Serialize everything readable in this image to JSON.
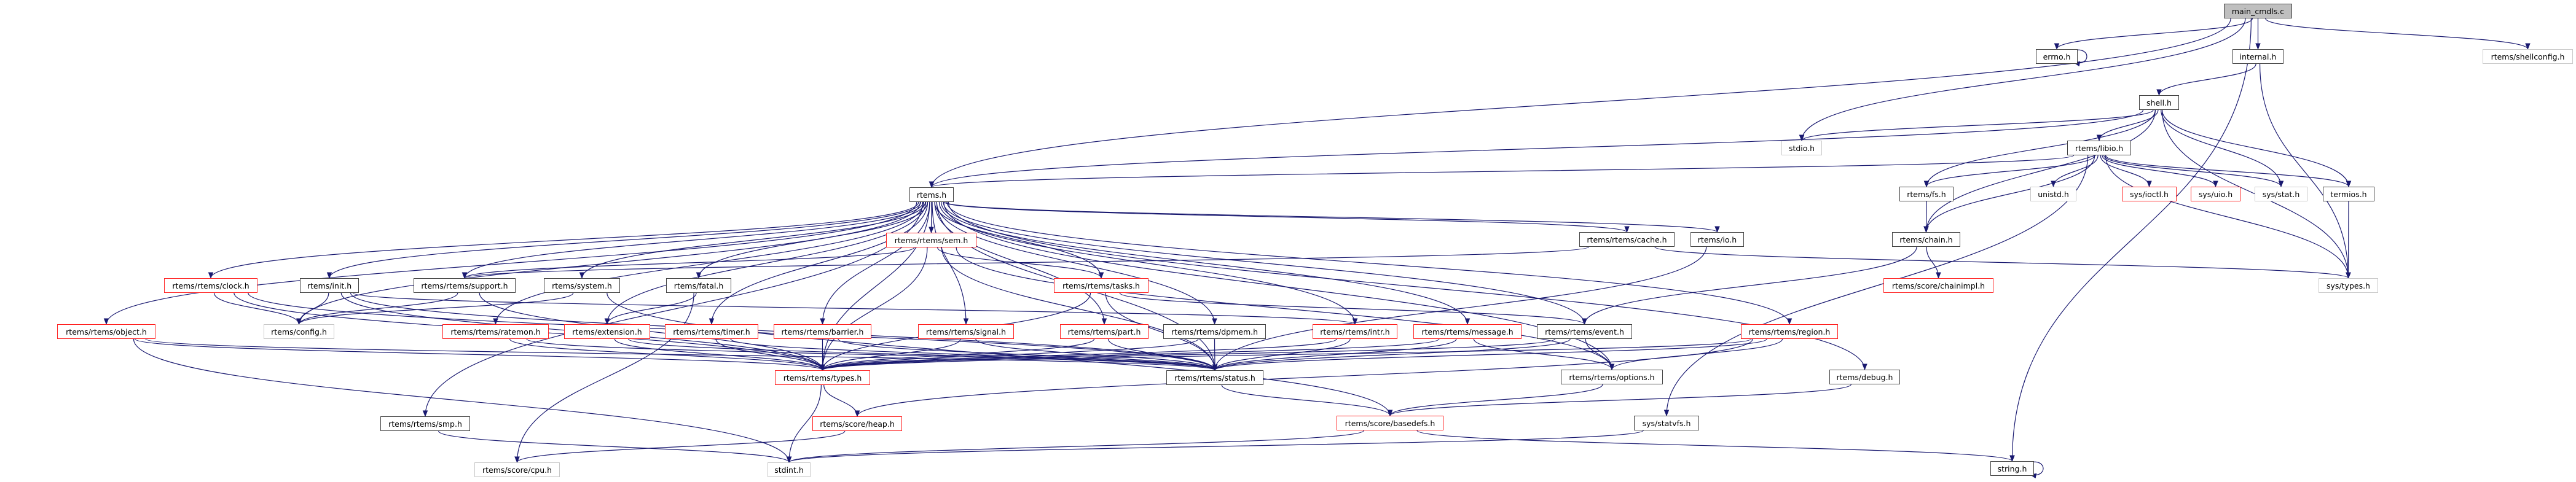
{
  "graph": {
    "title": "main_cmdls.c",
    "colors": {
      "edge": "#191970",
      "documented": "#404040",
      "undocumented": "#ff0000",
      "external": "#bfbfbf",
      "root_fill": "#bfbfbf"
    },
    "nodes": {
      "main": {
        "label": "main_cmdls.c",
        "kind": "root"
      },
      "errno": {
        "label": "errno.h",
        "kind": "black"
      },
      "internal": {
        "label": "internal.h",
        "kind": "black"
      },
      "shellconfig": {
        "label": "rtems/shellconfig.h",
        "kind": "gray"
      },
      "shell": {
        "label": "shell.h",
        "kind": "black"
      },
      "libio": {
        "label": "rtems/libio.h",
        "kind": "black"
      },
      "stdio": {
        "label": "stdio.h",
        "kind": "gray"
      },
      "rtems": {
        "label": "rtems.h",
        "kind": "black"
      },
      "unistd": {
        "label": "unistd.h",
        "kind": "gray"
      },
      "ioctl": {
        "label": "sys/ioctl.h",
        "kind": "red"
      },
      "uio": {
        "label": "sys/uio.h",
        "kind": "red"
      },
      "stat": {
        "label": "sys/stat.h",
        "kind": "gray"
      },
      "termios": {
        "label": "termios.h",
        "kind": "black"
      },
      "fs": {
        "label": "rtems/fs.h",
        "kind": "black"
      },
      "chain": {
        "label": "rtems/chain.h",
        "kind": "black"
      },
      "cache": {
        "label": "rtems/rtems/cache.h",
        "kind": "black"
      },
      "io": {
        "label": "rtems/io.h",
        "kind": "black"
      },
      "sem": {
        "label": "rtems/rtems/sem.h",
        "kind": "red"
      },
      "clock": {
        "label": "rtems/rtems/clock.h",
        "kind": "red"
      },
      "init": {
        "label": "rtems/init.h",
        "kind": "black"
      },
      "support": {
        "label": "rtems/rtems/support.h",
        "kind": "black"
      },
      "system": {
        "label": "rtems/system.h",
        "kind": "black"
      },
      "fatal": {
        "label": "rtems/fatal.h",
        "kind": "black"
      },
      "tasks": {
        "label": "rtems/rtems/tasks.h",
        "kind": "red"
      },
      "chainimpl": {
        "label": "rtems/score/chainimpl.h",
        "kind": "red"
      },
      "systypes": {
        "label": "sys/types.h",
        "kind": "gray"
      },
      "object": {
        "label": "rtems/rtems/object.h",
        "kind": "red"
      },
      "config": {
        "label": "rtems/config.h",
        "kind": "gray"
      },
      "ratemon": {
        "label": "rtems/rtems/ratemon.h",
        "kind": "red"
      },
      "extension": {
        "label": "rtems/extension.h",
        "kind": "red"
      },
      "timer": {
        "label": "rtems/rtems/timer.h",
        "kind": "red"
      },
      "barrier": {
        "label": "rtems/rtems/barrier.h",
        "kind": "red"
      },
      "signal": {
        "label": "rtems/rtems/signal.h",
        "kind": "red"
      },
      "part": {
        "label": "rtems/rtems/part.h",
        "kind": "red"
      },
      "dpmem": {
        "label": "rtems/rtems/dpmem.h",
        "kind": "black"
      },
      "intr": {
        "label": "rtems/rtems/intr.h",
        "kind": "red"
      },
      "message": {
        "label": "rtems/rtems/message.h",
        "kind": "red"
      },
      "event": {
        "label": "rtems/rtems/event.h",
        "kind": "black"
      },
      "region": {
        "label": "rtems/rtems/region.h",
        "kind": "red"
      },
      "types": {
        "label": "rtems/rtems/types.h",
        "kind": "red"
      },
      "status": {
        "label": "rtems/rtems/status.h",
        "kind": "black"
      },
      "options": {
        "label": "rtems/rtems/options.h",
        "kind": "black"
      },
      "debug": {
        "label": "rtems/debug.h",
        "kind": "black"
      },
      "smp": {
        "label": "rtems/rtems/smp.h",
        "kind": "black"
      },
      "heap": {
        "label": "rtems/score/heap.h",
        "kind": "red"
      },
      "basedefs": {
        "label": "rtems/score/basedefs.h",
        "kind": "red"
      },
      "statvfs": {
        "label": "sys/statvfs.h",
        "kind": "black"
      },
      "stdint": {
        "label": "stdint.h",
        "kind": "gray"
      },
      "cpu": {
        "label": "rtems/score/cpu.h",
        "kind": "gray"
      },
      "string": {
        "label": "string.h",
        "kind": "black"
      }
    },
    "edges": [
      [
        "main",
        "errno"
      ],
      [
        "main",
        "internal"
      ],
      [
        "main",
        "shellconfig"
      ],
      [
        "main",
        "stdio"
      ],
      [
        "main",
        "string"
      ],
      [
        "main",
        "rtems"
      ],
      [
        "errno",
        "errno"
      ],
      [
        "string",
        "string"
      ],
      [
        "internal",
        "shell"
      ],
      [
        "internal",
        "systypes"
      ],
      [
        "shell",
        "libio"
      ],
      [
        "shell",
        "stat"
      ],
      [
        "shell",
        "termios"
      ],
      [
        "shell",
        "systypes"
      ],
      [
        "shell",
        "stdio"
      ],
      [
        "shell",
        "rtems"
      ],
      [
        "shell",
        "fs"
      ],
      [
        "shell",
        "chain"
      ],
      [
        "libio",
        "unistd"
      ],
      [
        "libio",
        "ioctl"
      ],
      [
        "libio",
        "uio"
      ],
      [
        "libio",
        "stat"
      ],
      [
        "libio",
        "termios"
      ],
      [
        "libio",
        "systypes"
      ],
      [
        "libio",
        "rtems"
      ],
      [
        "libio",
        "fs"
      ],
      [
        "libio",
        "chain"
      ],
      [
        "libio",
        "statvfs"
      ],
      [
        "termios",
        "systypes"
      ],
      [
        "fs",
        "chain"
      ],
      [
        "chain",
        "chainimpl"
      ],
      [
        "chain",
        "event"
      ],
      [
        "cache",
        "systypes"
      ],
      [
        "cache",
        "support"
      ],
      [
        "io",
        "status"
      ],
      [
        "rtems",
        "sem"
      ],
      [
        "rtems",
        "tasks"
      ],
      [
        "rtems",
        "fatal"
      ],
      [
        "rtems",
        "timer"
      ],
      [
        "rtems",
        "barrier"
      ],
      [
        "rtems",
        "signal"
      ],
      [
        "rtems",
        "part"
      ],
      [
        "rtems",
        "dpmem"
      ],
      [
        "rtems",
        "intr"
      ],
      [
        "rtems",
        "types"
      ],
      [
        "rtems",
        "status"
      ],
      [
        "rtems",
        "clock"
      ],
      [
        "rtems",
        "init"
      ],
      [
        "rtems",
        "support"
      ],
      [
        "rtems",
        "system"
      ],
      [
        "rtems",
        "object"
      ],
      [
        "rtems",
        "config"
      ],
      [
        "rtems",
        "ratemon"
      ],
      [
        "rtems",
        "extension"
      ],
      [
        "rtems",
        "smp"
      ],
      [
        "rtems",
        "cache"
      ],
      [
        "rtems",
        "io"
      ],
      [
        "rtems",
        "message"
      ],
      [
        "rtems",
        "event"
      ],
      [
        "rtems",
        "region"
      ],
      [
        "rtems",
        "options"
      ],
      [
        "rtems",
        "debug"
      ],
      [
        "sem",
        "types"
      ],
      [
        "sem",
        "tasks"
      ],
      [
        "sem",
        "status"
      ],
      [
        "sem",
        "options"
      ],
      [
        "sem",
        "support"
      ],
      [
        "tasks",
        "types"
      ],
      [
        "tasks",
        "status"
      ],
      [
        "tasks",
        "event"
      ],
      [
        "clock",
        "config"
      ],
      [
        "clock",
        "types"
      ],
      [
        "clock",
        "status"
      ],
      [
        "init",
        "config"
      ],
      [
        "init",
        "types"
      ],
      [
        "init",
        "status"
      ],
      [
        "init",
        "intr"
      ],
      [
        "support",
        "config"
      ],
      [
        "support",
        "types"
      ],
      [
        "system",
        "config"
      ],
      [
        "system",
        "basedefs"
      ],
      [
        "fatal",
        "extension"
      ],
      [
        "fatal",
        "cpu"
      ],
      [
        "object",
        "types"
      ],
      [
        "object",
        "status"
      ],
      [
        "object",
        "stdint"
      ],
      [
        "ratemon",
        "types"
      ],
      [
        "ratemon",
        "status"
      ],
      [
        "extension",
        "types"
      ],
      [
        "extension",
        "status"
      ],
      [
        "timer",
        "types"
      ],
      [
        "timer",
        "status"
      ],
      [
        "barrier",
        "types"
      ],
      [
        "barrier",
        "status"
      ],
      [
        "signal",
        "types"
      ],
      [
        "signal",
        "status"
      ],
      [
        "part",
        "types"
      ],
      [
        "part",
        "status"
      ],
      [
        "dpmem",
        "types"
      ],
      [
        "dpmem",
        "status"
      ],
      [
        "intr",
        "types"
      ],
      [
        "intr",
        "status"
      ],
      [
        "message",
        "types"
      ],
      [
        "message",
        "status"
      ],
      [
        "message",
        "options"
      ],
      [
        "event",
        "types"
      ],
      [
        "event",
        "status"
      ],
      [
        "event",
        "options"
      ],
      [
        "region",
        "types"
      ],
      [
        "region",
        "status"
      ],
      [
        "region",
        "options"
      ],
      [
        "region",
        "heap"
      ],
      [
        "types",
        "heap"
      ],
      [
        "types",
        "stdint"
      ],
      [
        "status",
        "basedefs"
      ],
      [
        "options",
        "basedefs"
      ],
      [
        "debug",
        "basedefs"
      ],
      [
        "heap",
        "cpu"
      ],
      [
        "smp",
        "stdint"
      ],
      [
        "basedefs",
        "stdint"
      ],
      [
        "basedefs",
        "string"
      ],
      [
        "statvfs",
        "stdint"
      ]
    ]
  }
}
